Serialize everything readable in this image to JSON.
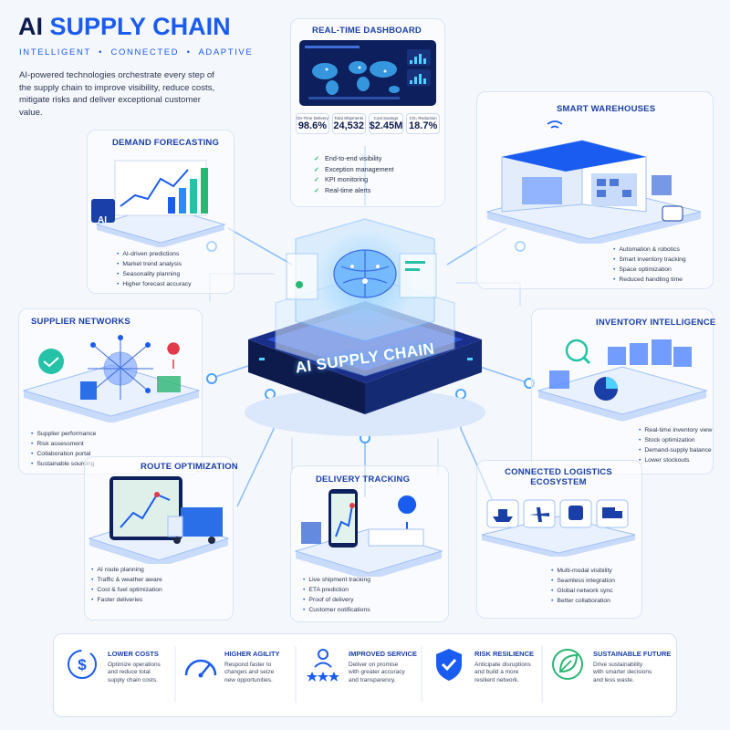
{
  "header": {
    "title_ai": "AI",
    "title_rest": "SUPPLY CHAIN",
    "tagline": "INTELLIGENT  •  CONNECTED  •  ADAPTIVE",
    "intro": "AI-powered technologies orchestrate every step of the supply chain to improve visibility, reduce costs, mitigate risks and deliver exceptional customer value."
  },
  "center": {
    "label": "AI SUPPLY CHAIN"
  },
  "dashboard": {
    "title": "REAL-TIME DASHBOARD",
    "kpis": [
      {
        "label": "On-Time Delivery",
        "value": "98.6%"
      },
      {
        "label": "Total Shipments",
        "value": "24,532"
      },
      {
        "label": "Cost Savings",
        "value": "$2.45M"
      },
      {
        "label": "CO₂ Reduction",
        "value": "18.7%"
      }
    ],
    "checks": [
      "End-to-end visibility",
      "Exception management",
      "KPI monitoring",
      "Real-time alerts"
    ]
  },
  "demand": {
    "title": "DEMAND FORECASTING",
    "chip": "AI",
    "bullets": [
      "AI-driven predictions",
      "Market trend analysis",
      "Seasonality planning",
      "Higher forecast accuracy"
    ]
  },
  "warehouses": {
    "title": "SMART WAREHOUSES",
    "bullets": [
      "Automation & robotics",
      "Smart inventory tracking",
      "Space optimization",
      "Reduced handling time"
    ]
  },
  "supplier": {
    "title": "SUPPLIER NETWORKS",
    "bullets": [
      "Supplier performance",
      "Risk assessment",
      "Collaboration portal",
      "Sustainable sourcing"
    ]
  },
  "inventory": {
    "title": "INVENTORY INTELLIGENCE",
    "bullets": [
      "Real-time inventory view",
      "Stock optimization",
      "Demand-supply balance",
      "Lower stockouts"
    ]
  },
  "route": {
    "title": "ROUTE OPTIMIZATION",
    "bullets": [
      "AI route planning",
      "Traffic & weather aware",
      "Cost & fuel optimization",
      "Faster deliveries"
    ]
  },
  "delivery": {
    "title": "DELIVERY TRACKING",
    "bullets": [
      "Live shipment tracking",
      "ETA prediction",
      "Proof of delivery",
      "Customer notifications"
    ]
  },
  "logistics": {
    "title_line1": "CONNECTED LOGISTICS",
    "title_line2": "ECOSYSTEM",
    "bullets": [
      "Multi-modal visibility",
      "Seamless integration",
      "Global network sync",
      "Better collaboration"
    ]
  },
  "benefits": [
    {
      "title": "LOWER COSTS",
      "desc": [
        "Optimize operations",
        "and reduce total",
        "supply chain costs."
      ]
    },
    {
      "title": "HIGHER AGILITY",
      "desc": [
        "Respond faster to",
        "changes and seize",
        "new opportunities."
      ]
    },
    {
      "title": "IMPROVED SERVICE",
      "desc": [
        "Deliver on promise",
        "with greater accuracy",
        "and transparency."
      ]
    },
    {
      "title": "RISK RESILIENCE",
      "desc": [
        "Anticipate disruptions",
        "and build a more",
        "resilient network."
      ]
    },
    {
      "title": "SUSTAINABLE FUTURE",
      "desc": [
        "Drive sustainability",
        "with smarter decisions",
        "and less waste."
      ]
    }
  ],
  "colors": {
    "accent": "#1a5cf0",
    "navy": "#0d1b4c",
    "glow": "#5aa8ff",
    "check": "#2ab673"
  }
}
